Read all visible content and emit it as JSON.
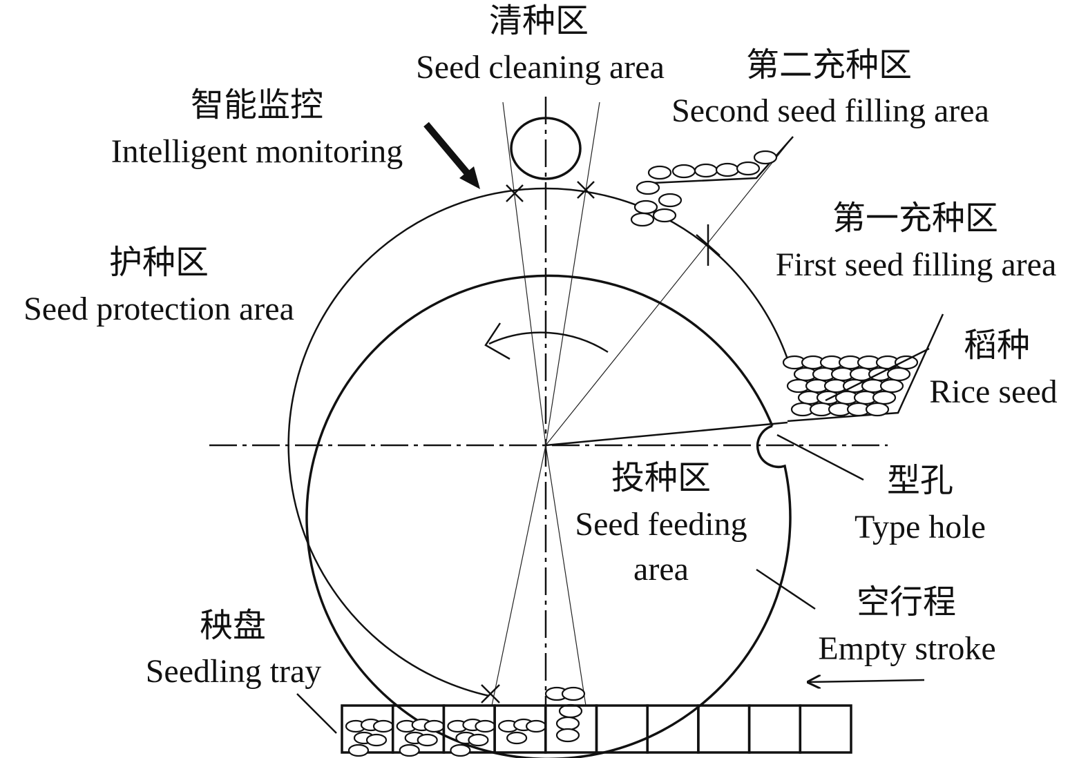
{
  "labels": {
    "seed_cleaning_cn": "清种区",
    "seed_cleaning_en": "Seed cleaning area",
    "second_filling_cn": "第二充种区",
    "second_filling_en": "Second seed filling area",
    "monitoring_cn": "智能监控",
    "monitoring_en": "Intelligent monitoring",
    "first_filling_cn": "第一充种区",
    "first_filling_en": "First seed filling area",
    "protection_cn": "护种区",
    "protection_en": "Seed protection area",
    "rice_seed_cn": "稻种",
    "rice_seed_en": "Rice seed",
    "type_hole_cn": "型孔",
    "type_hole_en": "Type hole",
    "feeding_cn": "投种区",
    "feeding_en_1": "Seed feeding",
    "feeding_en_2": "area",
    "empty_stroke_cn": "空行程",
    "empty_stroke_en": "Empty stroke",
    "tray_cn": "秧盘",
    "tray_en": "Seedling tray"
  },
  "tray": {
    "cells": 10
  },
  "colors": {
    "ink": "#111111",
    "background": "#ffffff"
  }
}
